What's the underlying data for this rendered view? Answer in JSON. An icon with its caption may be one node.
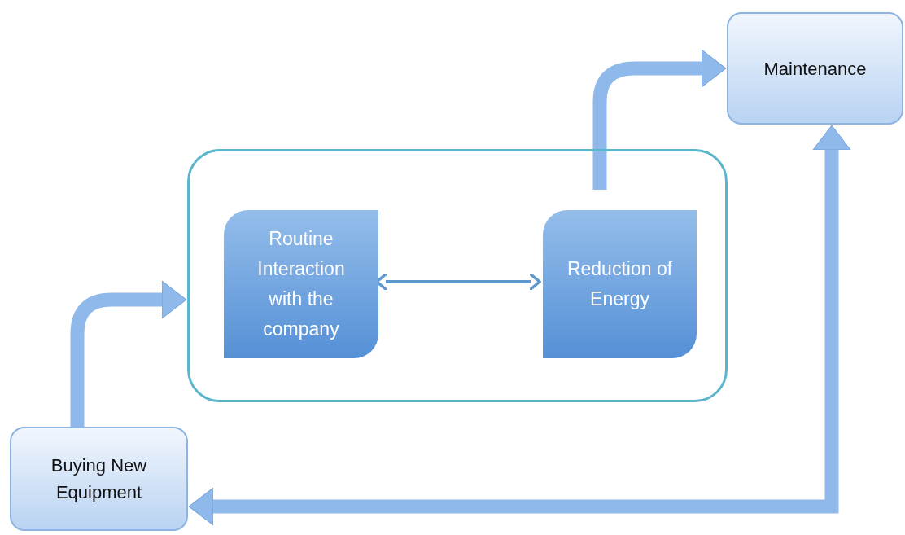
{
  "diagram": {
    "nodes": [
      {
        "text": [],
        "shape": "box"
      },
      {
        "text": [
          "Routine Interaction with the company"
        ],
        "in": 0
      },
      {
        "text": [
          "Reduction of Energy"
        ],
        "in": 0
      },
      {
        "text": [
          "Maintenance"
        ]
      },
      {
        "text": [
          "Buying New Equipment"
        ]
      }
    ],
    "edges": [
      {
        "from": 1,
        "to": 2,
        "arrow": "both"
      },
      {
        "from": 2,
        "to": 3,
        "arrow": "to"
      },
      {
        "from": 3,
        "to": 4,
        "arrow": "both"
      },
      {
        "from": 4,
        "to": 0,
        "arrow": "to"
      }
    ]
  }
}
